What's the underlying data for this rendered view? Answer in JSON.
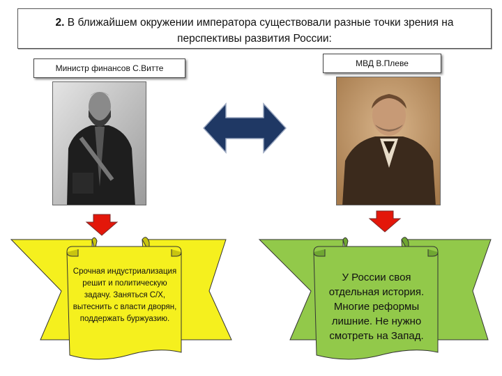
{
  "title": {
    "number": "2.",
    "text": "В ближайшем окружении императора существовали разные точки зрения на перспективы развития России:"
  },
  "left": {
    "label": "Министр финансов С.Витте",
    "scroll_text": "Срочная индустриализация решит и политическую задачу. Заняться С/Х, вытеснить с власти дворян, поддержать буржуазию.",
    "scroll_color": "#f5f01e"
  },
  "right": {
    "label": "МВД В.Плеве",
    "scroll_text": "У России своя отдельная история. Многие реформы лишние. Не нужно смотреть на Запад.",
    "scroll_color": "#92c94a"
  },
  "colors": {
    "double_arrow": "#1f3864",
    "down_arrow": "#e3170a"
  },
  "icons": {
    "middle": "double-arrow-icon",
    "down": "down-arrow-icon"
  }
}
